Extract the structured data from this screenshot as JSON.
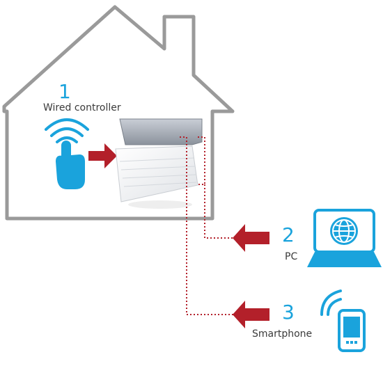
{
  "items": [
    {
      "number": "1",
      "label": "Wired controller"
    },
    {
      "number": "2",
      "label": "PC"
    },
    {
      "number": "3",
      "label": "Smartphone"
    }
  ],
  "colors": {
    "accent": "#1aa3dc",
    "arrow": "#b3202a",
    "house_outline": "#9a9a9a",
    "connection_line": "#b3202a"
  },
  "icons": [
    "wireless-signal-icon",
    "pointing-hand-icon",
    "air-conditioner-unit",
    "laptop-globe-icon",
    "smartphone-icon"
  ]
}
